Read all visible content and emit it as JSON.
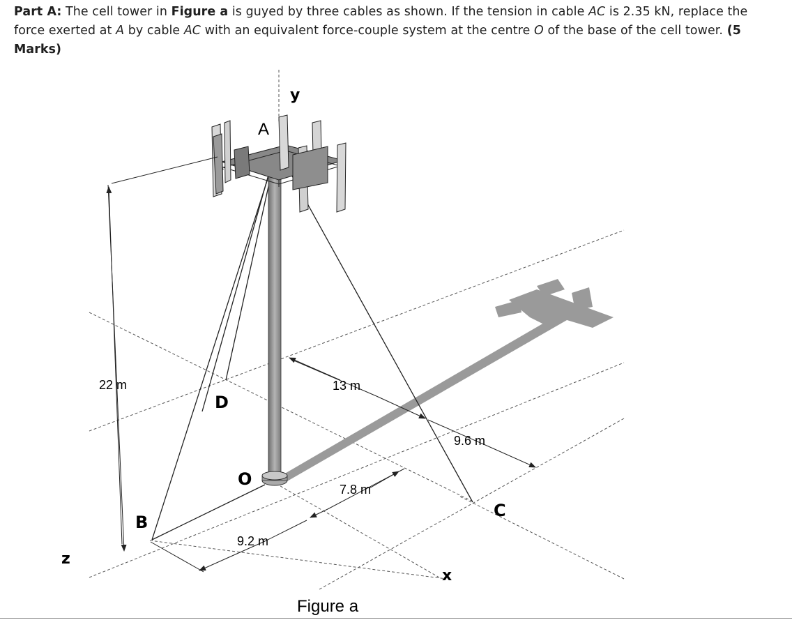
{
  "problem": {
    "part_label": "Part A:",
    "s1": " The cell tower in ",
    "figure_ref": "Figure a",
    "s2": " is guyed by three cables as shown. If the tension in cable ",
    "cable1": "AC",
    "s3": " is 2.35 kN, replace the force exerted at ",
    "point_a": "A",
    "s4": " by cable ",
    "cable2": "AC",
    "s5": " with an equivalent force-couple system at the centre ",
    "point_o": "O",
    "s6": " of the base of the cell tower. ",
    "marks": "(5 Marks)"
  },
  "figure": {
    "caption": "Figure a",
    "axis_y": "y",
    "axis_x": "x",
    "axis_z": "z",
    "point_a": "A",
    "point_b": "B",
    "point_c": "C",
    "point_d": "D",
    "point_o": "O",
    "dim_height": "22 m",
    "dim_d": "13 m",
    "dim_c_z": "9.6 m",
    "dim_c_x": "7.8 m",
    "dim_b": "9.2 m"
  },
  "colors": {
    "tower": "#8a8a8a",
    "shadow": "#9a9a9a",
    "line": "#222222"
  }
}
